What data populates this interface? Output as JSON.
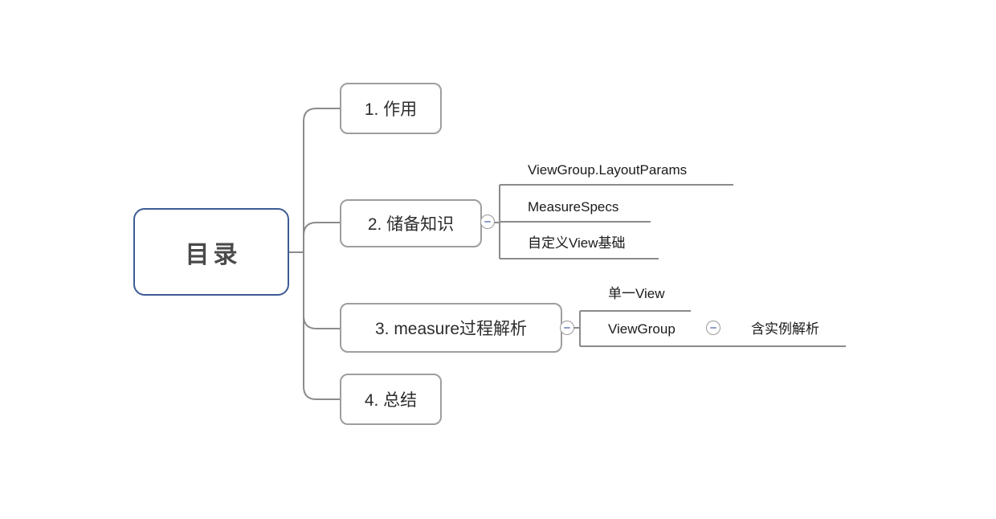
{
  "diagram": {
    "type": "mindmap",
    "root": {
      "label": "目录"
    },
    "branches": [
      {
        "label": "1. 作用",
        "children": []
      },
      {
        "label": "2. 储备知识",
        "collapsed": false,
        "children": [
          {
            "label": "ViewGroup.LayoutParams"
          },
          {
            "label": "MeasureSpecs"
          },
          {
            "label": "自定义View基础"
          }
        ]
      },
      {
        "label": "3. measure过程解析",
        "collapsed": false,
        "children": [
          {
            "label": "单一View"
          },
          {
            "label": "ViewGroup",
            "collapsed": false,
            "children": [
              {
                "label": "含实例解析"
              }
            ]
          }
        ]
      },
      {
        "label": "4. 总结",
        "children": []
      }
    ],
    "icons": {
      "collapse_toggle": "minus-circle-icon"
    },
    "palette": {
      "background": "#ffffff",
      "root_border": "#3d5b94",
      "topic_border": "#9e9e9e",
      "connector": "#8b8b8b",
      "toggle_border": "#9a9a9a",
      "toggle_minus": "#8d9ec9",
      "topic_text": "#2d2d2d",
      "root_text": "#4a4a4a",
      "leaf_text": "#1b1b1b"
    }
  }
}
